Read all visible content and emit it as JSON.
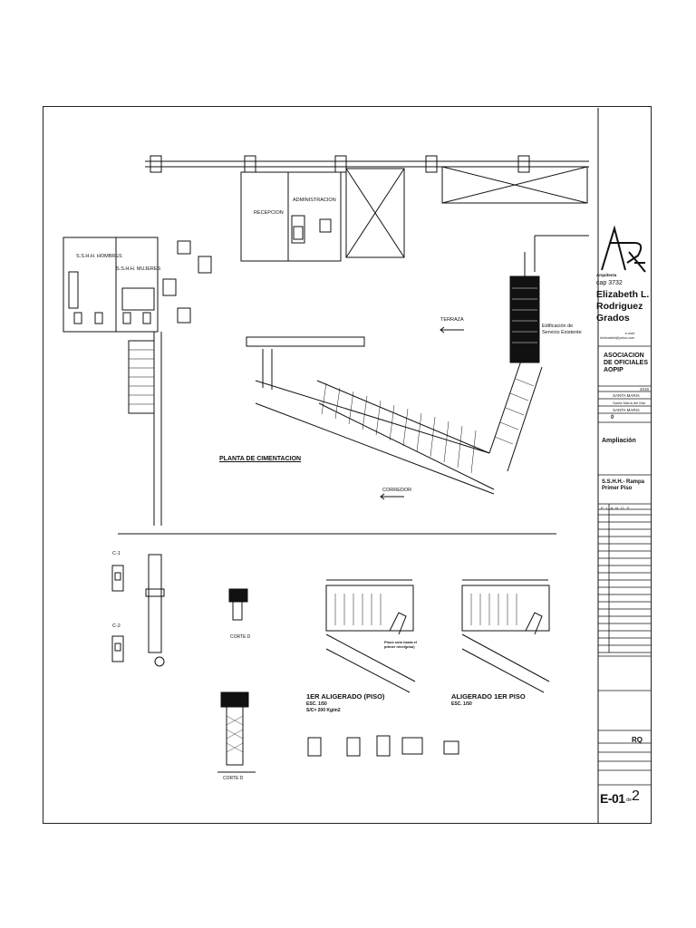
{
  "labels": {
    "sshh_hombres": "S.S.H.H. HOMBRES",
    "sshh_mujeres": "S.S.H.H. MUJERES",
    "recepcion": "RECEPCION",
    "administracion": "ADMINISTRACION",
    "terraza": "TERRAZA",
    "edificacion": "Edificación de Servicio Existente",
    "corredor": "CORREDOR",
    "planta": "PLANTA DE CIMENTACION",
    "c1": "C-1",
    "c2": "C-2",
    "corte_d_top": "CORTE  D",
    "corte_d_bottom": "CORTE  D",
    "primer_aligerado": "1ER ALIGERADO (PISO)",
    "primer_esc": "ESC.  1/50",
    "primer_sc": "S/C= 200 Kg/m2",
    "aligerado_primer": "ALIGERADO 1ER PISO",
    "aligerado_esc": "ESC.  1/50",
    "nota_piso": "Pisos solo hasta el primer nivel(piso)"
  },
  "title_block": {
    "arquitecta": "Arquitecta",
    "cap": "cap  3732",
    "name_line1": "Elizabeth L.",
    "name_line2": "Rodriguez",
    "name_line3": "Grados",
    "email_label": "e-mail:",
    "email": "Arelizabeth@yahoo.com",
    "client_line1": "ASOCIACION",
    "client_line2": "DE OFICIALES",
    "client_line3": "AOPIP",
    "year": "2016",
    "lugar1": "SANTA MARIA",
    "lugar2": "Santa María del Mar",
    "lugar3": "SANTA MARIA",
    "nro": "0",
    "project": "Ampliación",
    "plan_line1": "S.S.H.H.- Rampa",
    "plan_line2": "Primer Piso",
    "planos": "P L A N O S",
    "rq": "RQ",
    "sheet": "E-01",
    "de": "de",
    "total": "2"
  }
}
